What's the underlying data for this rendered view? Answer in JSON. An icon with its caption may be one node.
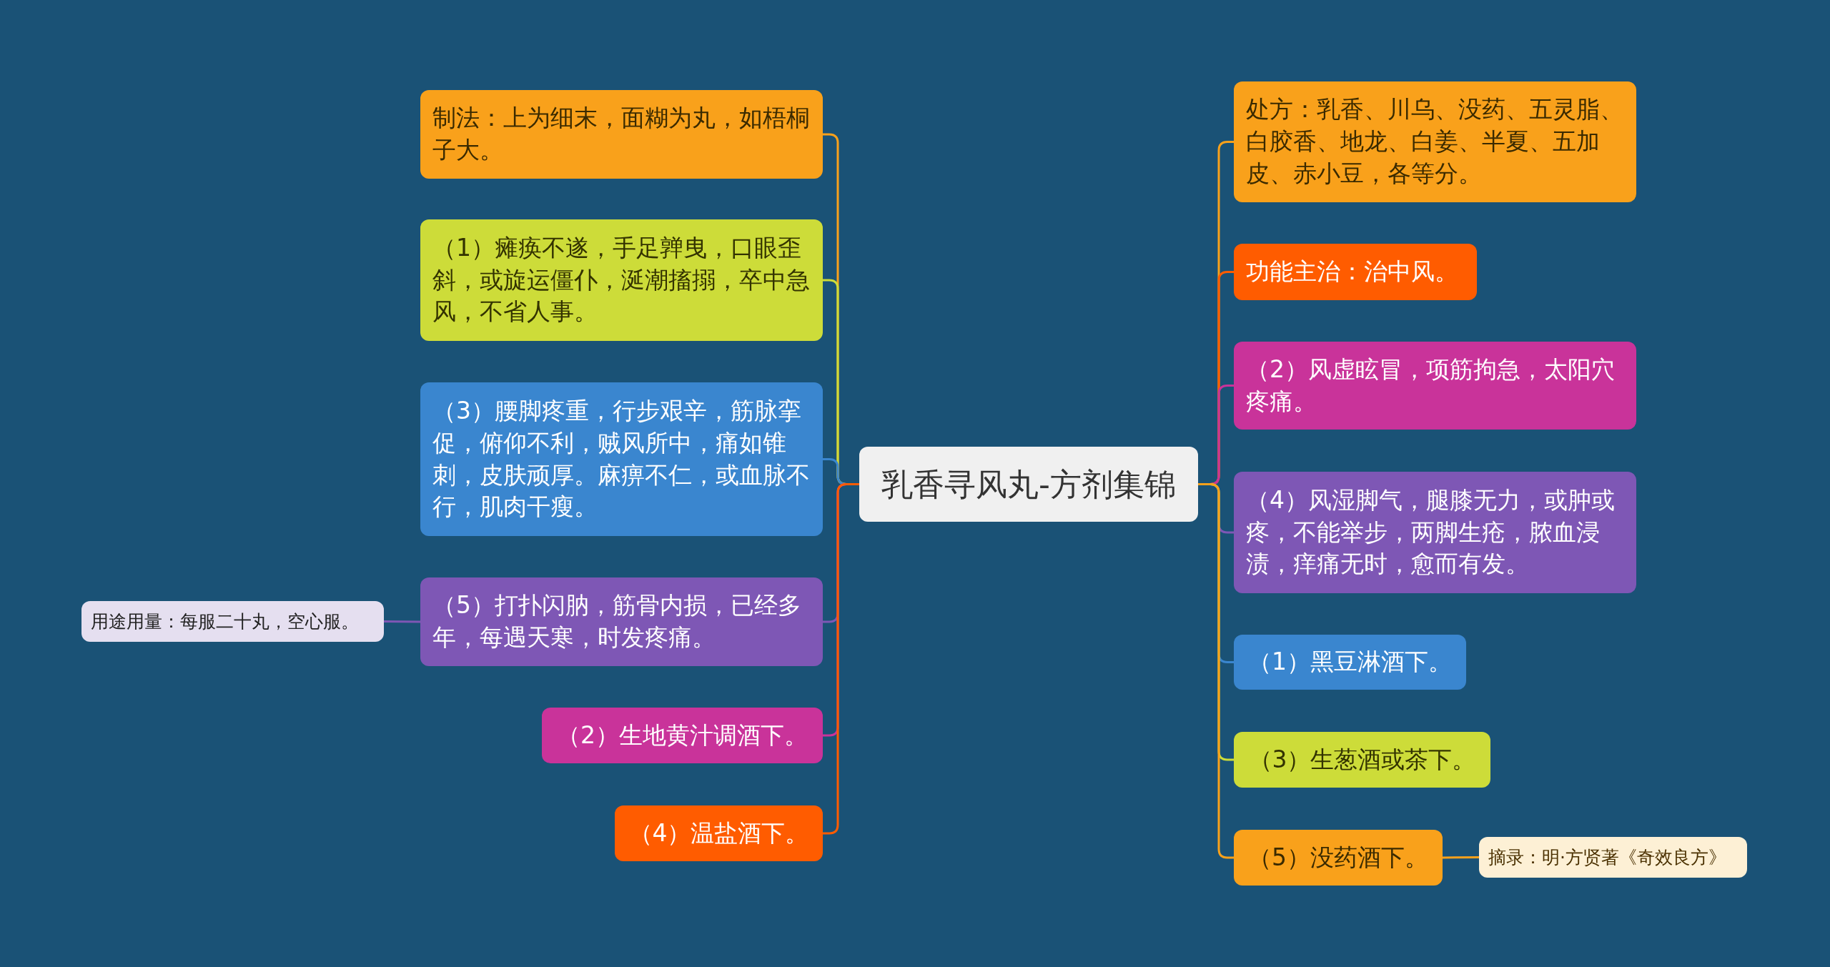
{
  "diagram": {
    "nodes": [
      {
        "text": [
          "乳香寻风丸-方剂集锦"
        ]
      },
      {
        "text": [
          "制法：上为细末，面糊为丸，如梧桐子大。"
        ]
      },
      {
        "text": [
          "（1）瘫痪不遂，手足亸曳，口眼歪斜，或旋运僵仆，涎潮搐搦，卒中急风，不省人事。"
        ]
      },
      {
        "text": [
          "（3）腰脚疼重，行步艰辛，筋脉挛促，俯仰不利，贼风所中，痛如锥刺，皮肤顽厚。麻痹不仁，或血脉不行，肌肉干瘦。"
        ]
      },
      {
        "text": [
          "（5）打扑闪肭，筋骨内损，已经多年，每遇天寒，时发疼痛。"
        ]
      },
      {
        "text": [
          "（2）生地黄汁调酒下。"
        ]
      },
      {
        "text": [
          "（4）温盐酒下。"
        ]
      },
      {
        "text": [
          "用途用量：每服二十丸，空心服。"
        ]
      },
      {
        "text": [
          "处方：乳香、川乌、没药、五灵脂、白胶香、地龙、白姜、半夏、五加皮、赤小豆，各等分。"
        ]
      },
      {
        "text": [
          "功能主治：治中风。"
        ]
      },
      {
        "text": [
          "（2）风虚眩冒，项筋拘急，太阳穴疼痛。"
        ]
      },
      {
        "text": [
          "（4）风湿脚气，腿膝无力，或肿或疼，不能举步，两脚生疮，脓血浸渍，痒痛无时，愈而有发。"
        ]
      },
      {
        "text": [
          "（1）黑豆淋酒下。"
        ]
      },
      {
        "text": [
          "（3）生葱酒或茶下。"
        ]
      },
      {
        "text": [
          "（5）没药酒下。"
        ]
      },
      {
        "text": [
          "摘录：明·方贤著《奇效良方》"
        ]
      }
    ],
    "edges": [
      {
        "from": 0,
        "to": 1,
        "arrow": "none",
        "color": "#f9a11b"
      },
      {
        "from": 0,
        "to": 2,
        "arrow": "none",
        "color": "#cddc39"
      },
      {
        "from": 0,
        "to": 3,
        "arrow": "none",
        "color": "#3a86cf"
      },
      {
        "from": 0,
        "to": 4,
        "arrow": "none",
        "color": "#7e57b5"
      },
      {
        "from": 0,
        "to": 5,
        "arrow": "none",
        "color": "#c9339a"
      },
      {
        "from": 0,
        "to": 6,
        "arrow": "none",
        "color": "#ff5c00"
      },
      {
        "from": 4,
        "to": 7,
        "arrow": "none",
        "color": "#7e57b5"
      },
      {
        "from": 0,
        "to": 8,
        "arrow": "none",
        "color": "#f9a11b"
      },
      {
        "from": 0,
        "to": 9,
        "arrow": "none",
        "color": "#ff5c00"
      },
      {
        "from": 0,
        "to": 10,
        "arrow": "none",
        "color": "#c9339a"
      },
      {
        "from": 0,
        "to": 11,
        "arrow": "none",
        "color": "#7e57b5"
      },
      {
        "from": 0,
        "to": 12,
        "arrow": "none",
        "color": "#3a86cf"
      },
      {
        "from": 0,
        "to": 13,
        "arrow": "none",
        "color": "#cddc39"
      },
      {
        "from": 0,
        "to": 14,
        "arrow": "none",
        "color": "#f9a11b"
      },
      {
        "from": 14,
        "to": 15,
        "arrow": "none",
        "color": "#f9a11b"
      }
    ]
  }
}
